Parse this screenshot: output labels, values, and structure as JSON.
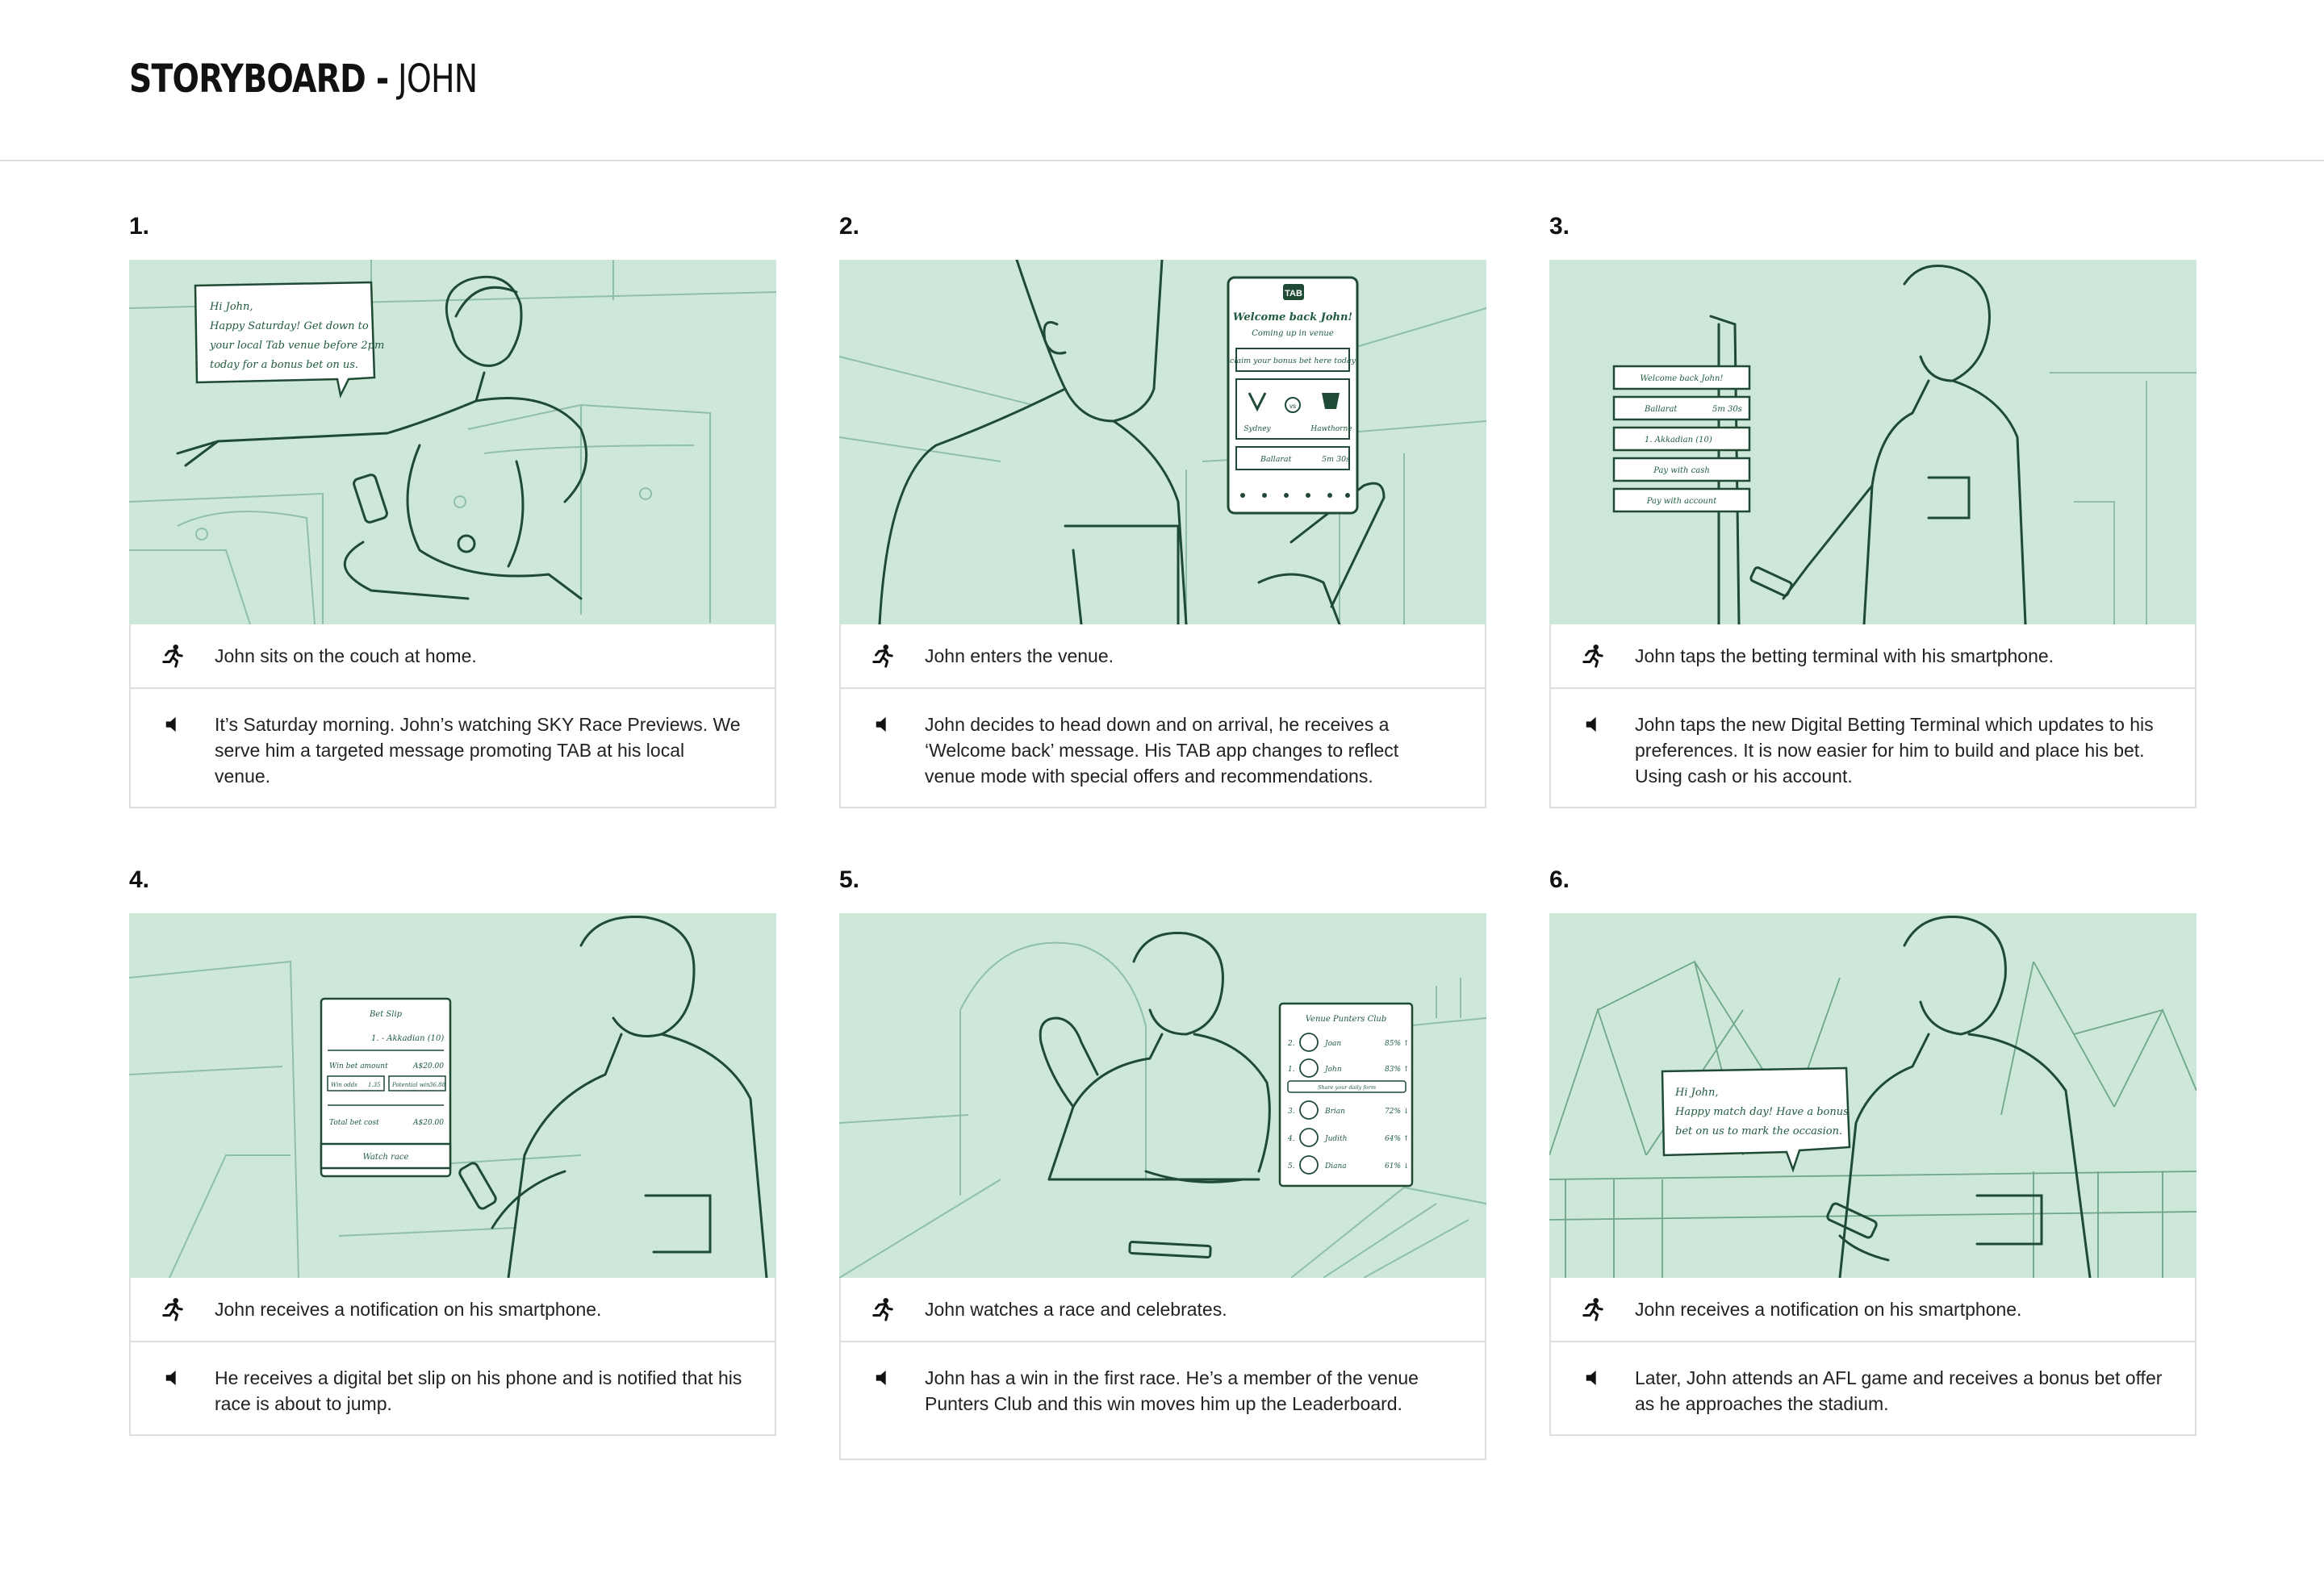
{
  "header": {
    "title_bold": "STORYBOARD -",
    "title_light": "JOHN"
  },
  "panels": [
    {
      "number": "1.",
      "action": "John sits on the couch at home.",
      "voice": "It’s Saturday morning. John’s watching SKY Race Previews. We serve him a targeted message promoting TAB at his local venue.",
      "bubble": [
        "Hi John,",
        "Happy Saturday! Get down to",
        "your local Tab venue before 2pm",
        "today for a bonus bet on us."
      ]
    },
    {
      "number": "2.",
      "action": "John enters the venue.",
      "voice": "John decides to head down and on arrival, he receives a ‘Welcome back’ message. His TAB app changes to reflect venue mode with special offers and recommendations.",
      "phone": {
        "logo": "TAB",
        "title": "Welcome back John!",
        "subtitle": "Coming up in venue",
        "claim": "claim your bonus bet here today",
        "team_a": "Sydney",
        "team_b": "Hawthorne",
        "vs": "vs",
        "race": "Ballarat",
        "race_time": "5m 30s"
      }
    },
    {
      "number": "3.",
      "action": "John taps the betting terminal with his smartphone.",
      "voice": "John taps the new Digital Betting Terminal which updates to his preferences. It is now easier for him to build and place his bet. Using cash or his account.",
      "terminal": {
        "welcome": "Welcome back John!",
        "race": "Ballarat",
        "race_time": "5m 30s",
        "runner": "1. Akkadian (10)",
        "cash": "Pay with cash",
        "account": "Pay with account"
      }
    },
    {
      "number": "4.",
      "action": "John receives a notification on his smartphone.",
      "voice": "He receives a digital bet slip on his phone and is notified that his race is about to jump.",
      "betslip": {
        "title": "Bet Slip",
        "runner": "1. - Akkadian (10)",
        "win_bet_label": "Win bet amount",
        "win_bet_value": "A$20.00",
        "win_odds_label": "Win odds",
        "win_odds_value": "1.35",
        "potential_label": "Potential win",
        "potential_value": "36.88",
        "total_label": "Total bet cost",
        "total_value": "A$20.00",
        "button": "Watch race"
      }
    },
    {
      "number": "5.",
      "action": "John watches a race and celebrates.",
      "voice": "John has a win in the first race. He’s a member of the venue Punters Club and this win moves him up the Leaderboard.",
      "leaderboard": {
        "title": "Venue Punters Club",
        "share": "Share your daily form",
        "entries": [
          {
            "rank": "2.",
            "name": "Joan",
            "value": "85% ↑"
          },
          {
            "rank": "1.",
            "name": "John",
            "value": "83% ↑"
          },
          {
            "rank": "3.",
            "name": "Brian",
            "value": "72% ↓"
          },
          {
            "rank": "4.",
            "name": "Judith",
            "value": "64% ↑"
          },
          {
            "rank": "5.",
            "name": "Diana",
            "value": "61% ↓"
          }
        ]
      }
    },
    {
      "number": "6.",
      "action": "John receives a notification on his smartphone.",
      "voice": "Later, John attends an AFL game and receives a bonus bet offer as he approaches the stadium.",
      "bubble": [
        "Hi John,",
        "Happy match day! Have a bonus",
        "bet on us to mark the occasion."
      ]
    }
  ],
  "colors": {
    "scene_bg": "#cde8d9",
    "ink": "#1f4a35",
    "line": "#7fb39a"
  },
  "icons": {
    "action": "running-person-icon",
    "voice": "speaker-icon"
  }
}
